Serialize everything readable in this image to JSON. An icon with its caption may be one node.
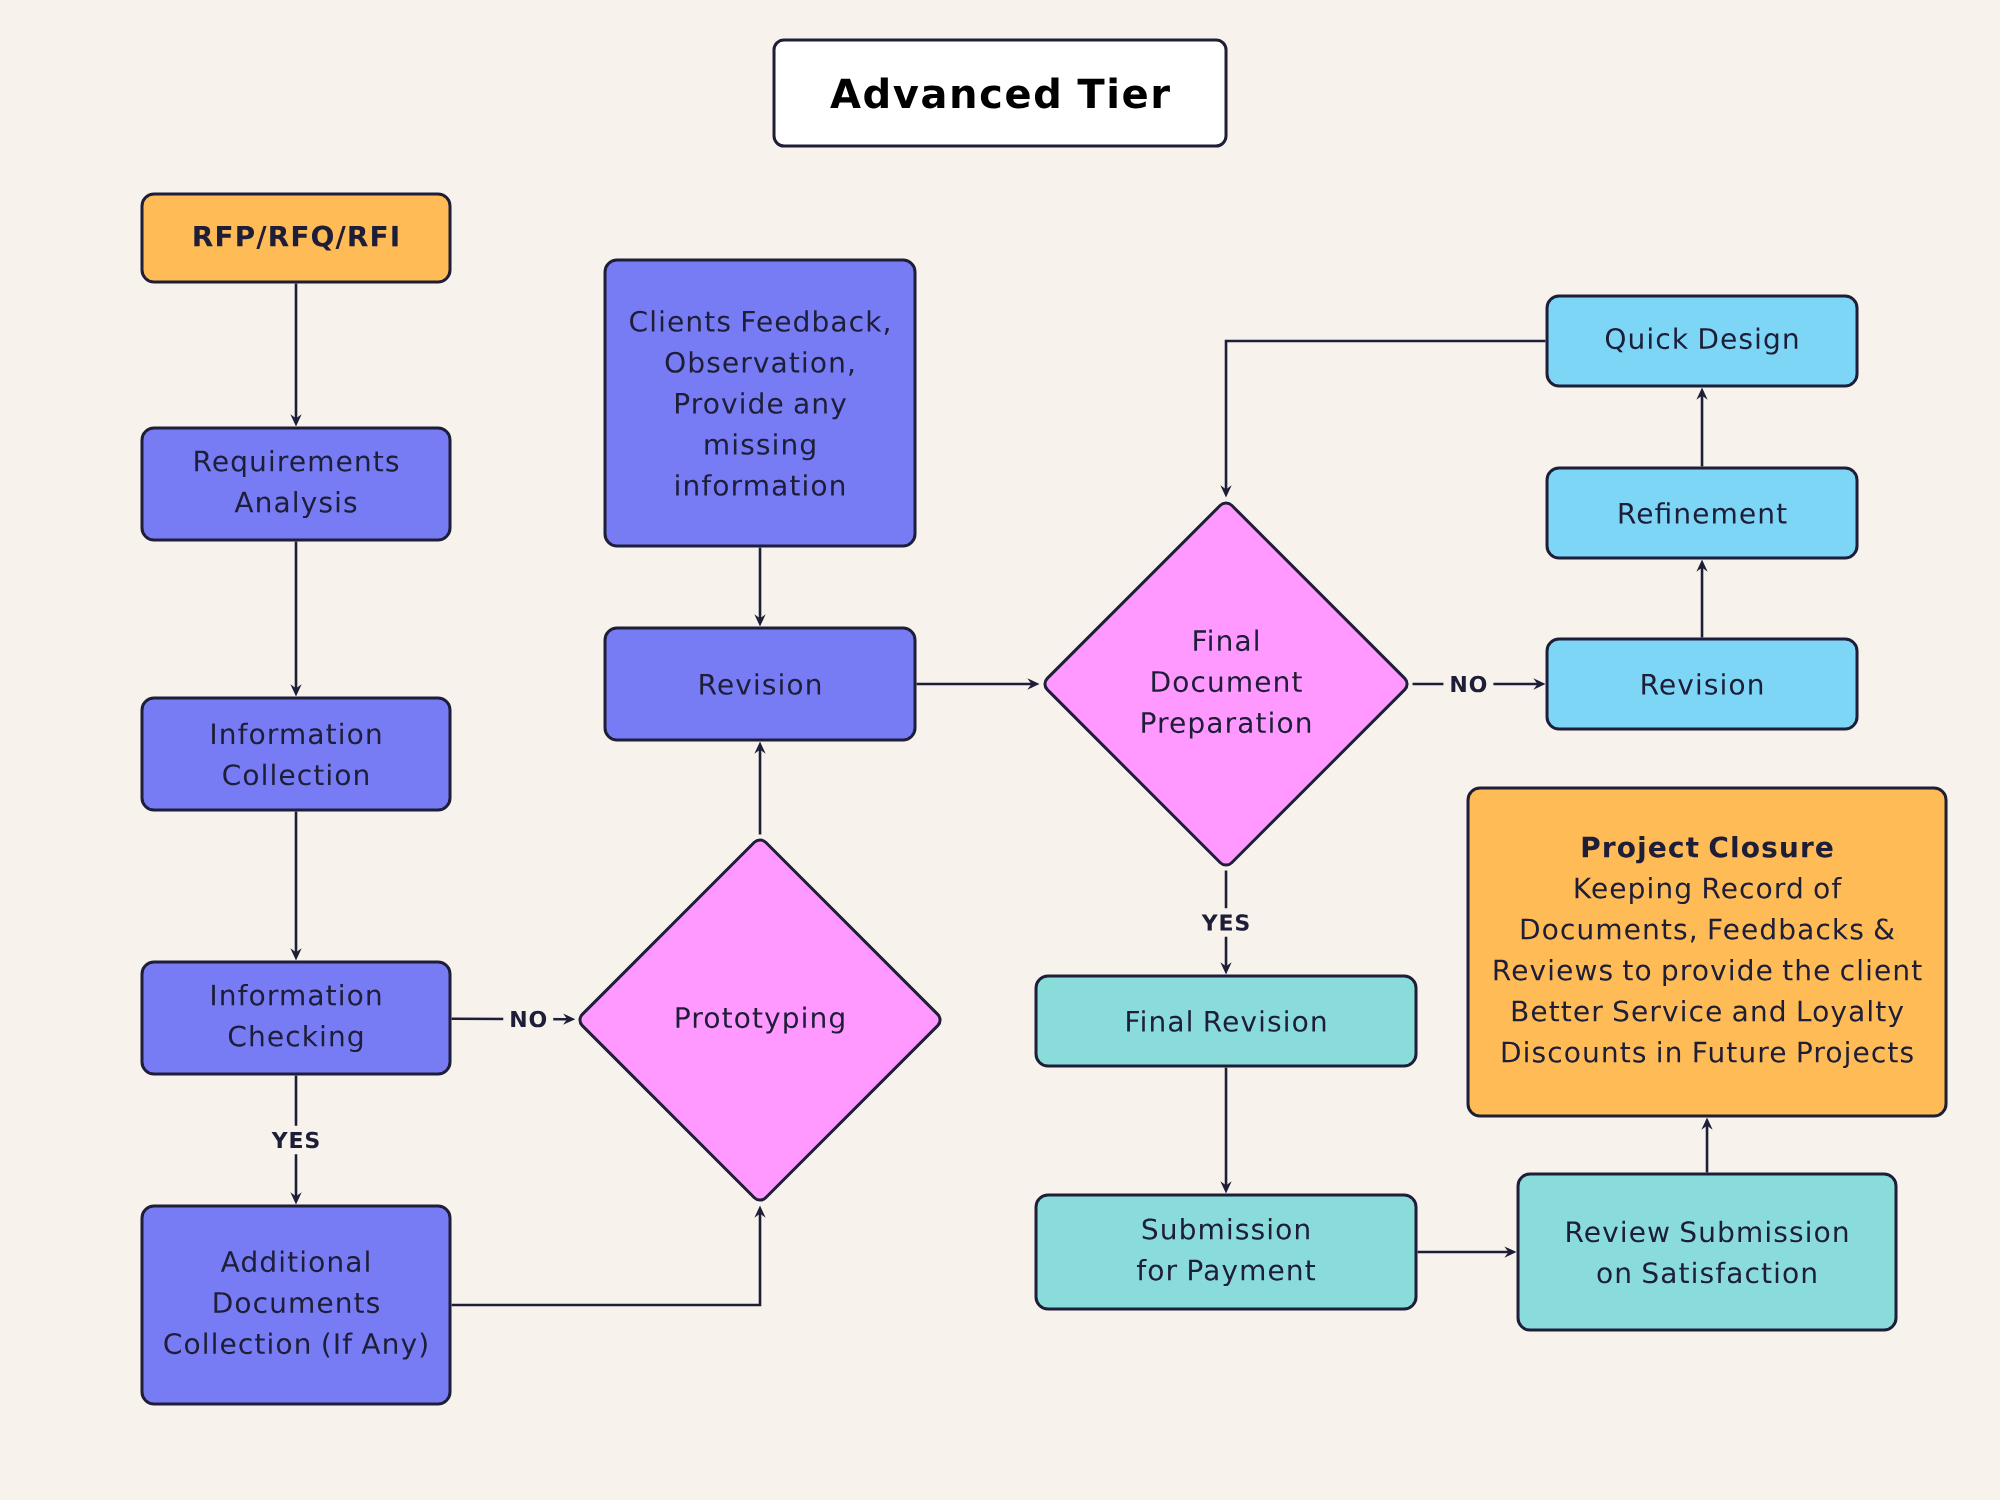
{
  "diagram": {
    "title": "Advanced Tier",
    "nodes": [
      {
        "text": [
          "RFP/RFQ/RFI"
        ]
      },
      {
        "text": [
          "Requirements Analysis"
        ]
      },
      {
        "text": [
          "Information Collection"
        ]
      },
      {
        "text": [
          "Information Checking"
        ]
      },
      {
        "text": [
          "Additional Documents Collection (If Any)"
        ]
      },
      {
        "text": [
          "Prototyping"
        ]
      },
      {
        "text": [
          "Clients Feedback, Observation, Provide any missing information"
        ]
      },
      {
        "text": [
          "Revision"
        ]
      },
      {
        "text": [
          "Final Document Preparation"
        ]
      },
      {
        "text": [
          "Quick Design"
        ]
      },
      {
        "text": [
          "Refinement"
        ]
      },
      {
        "text": [
          "Revision"
        ]
      },
      {
        "text": [
          "Project Closure",
          "Keeping Record of Documents, Feedbacks & Reviews to provide the client Better Service and Loyalty Discounts in Future Projects"
        ]
      },
      {
        "text": [
          "Final Revision"
        ]
      },
      {
        "text": [
          "Submission for Payment"
        ]
      },
      {
        "text": [
          "Review Submission on Satisfaction"
        ]
      }
    ],
    "edges": [
      {
        "from": 0,
        "to": 1,
        "arrow": "to"
      },
      {
        "from": 1,
        "to": 2,
        "arrow": "to"
      },
      {
        "from": 2,
        "to": 3,
        "arrow": "to"
      },
      {
        "from": 3,
        "to": 4,
        "arrow": "to",
        "label": "YES"
      },
      {
        "from": 3,
        "to": 5,
        "arrow": "to",
        "label": "NO"
      },
      {
        "from": 4,
        "to": 5,
        "arrow": "to"
      },
      {
        "from": 5,
        "to": 7,
        "arrow": "to"
      },
      {
        "from": 6,
        "to": 7,
        "arrow": "to"
      },
      {
        "from": 7,
        "to": 8,
        "arrow": "to"
      },
      {
        "from": 8,
        "to": 11,
        "arrow": "to",
        "label": "NO"
      },
      {
        "from": 11,
        "to": 10,
        "arrow": "to"
      },
      {
        "from": 10,
        "to": 9,
        "arrow": "to"
      },
      {
        "from": 9,
        "to": 8,
        "arrow": "to"
      },
      {
        "from": 8,
        "to": 13,
        "arrow": "to",
        "label": "YES"
      },
      {
        "from": 13,
        "to": 14,
        "arrow": "to"
      },
      {
        "from": 14,
        "to": 15,
        "arrow": "to"
      },
      {
        "from": 15,
        "to": 12,
        "arrow": "to"
      }
    ]
  }
}
